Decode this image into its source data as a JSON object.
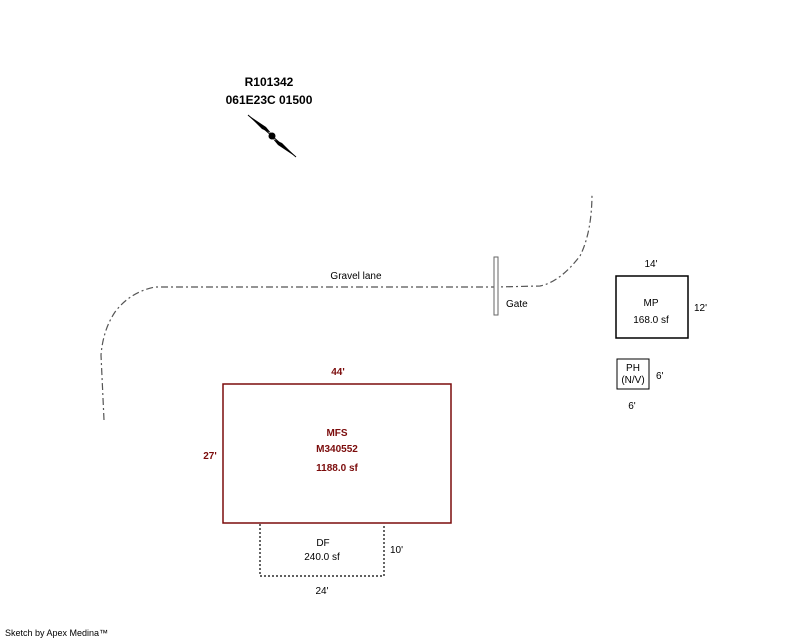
{
  "header": {
    "account_id": "R101342",
    "map_tax_lot": "061E23C 01500"
  },
  "colors": {
    "main_structure": "#7b0b0b",
    "line": "#000000",
    "lane": "#555555",
    "gate": "#666666",
    "text": "#000000"
  },
  "icons": {
    "north_arrow": "compass-needle-icon"
  },
  "lane": {
    "label": "Gravel lane",
    "gate_label": "Gate"
  },
  "structures": {
    "main": {
      "code": "MFS",
      "id": "M340552",
      "area": "1188.0 sf",
      "width_label": "44'",
      "depth_label": "27'"
    },
    "deck": {
      "code": "DF",
      "area": "240.0 sf",
      "width_label": "24'",
      "depth_label": "10'"
    },
    "mp": {
      "code": "MP",
      "area": "168.0 sf",
      "width_label": "14'",
      "depth_label": "12'"
    },
    "ph": {
      "code": "PH",
      "note": "(N/V)",
      "width_label": "6'",
      "depth_label": "6'"
    }
  },
  "footer": {
    "credit": "Sketch by Apex Medina™"
  }
}
